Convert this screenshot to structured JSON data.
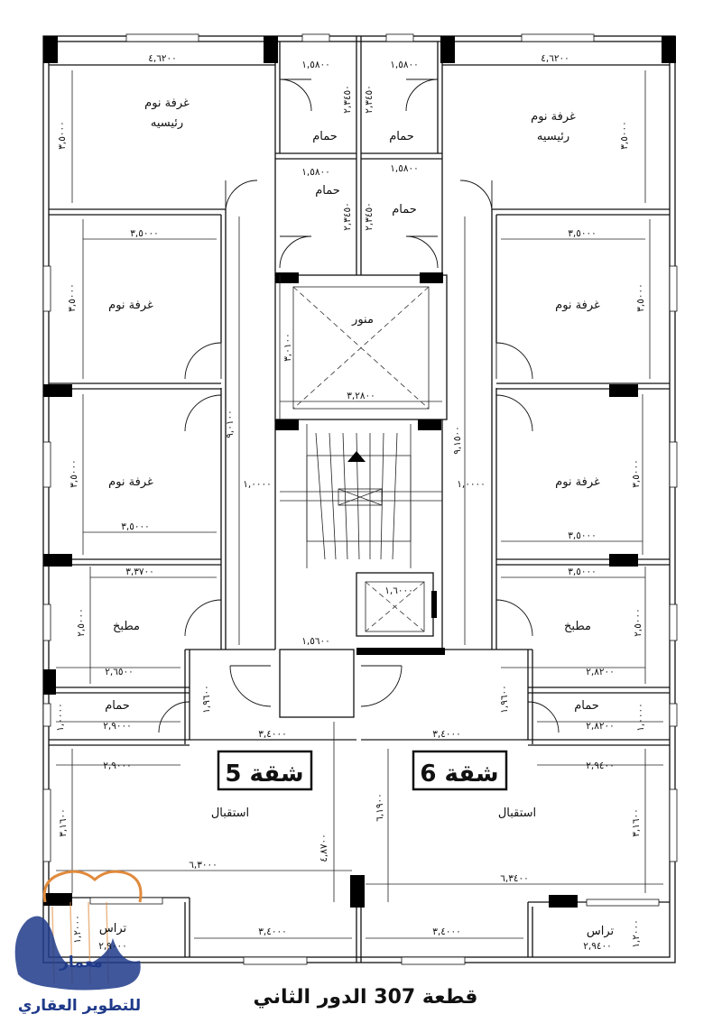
{
  "title": "قطعة 307 الدور الثاني",
  "apartments": {
    "left": "شقة 5",
    "right": "شقة 6"
  },
  "rooms": {
    "master_left": [
      "غرفة نوم",
      "رئيسيه"
    ],
    "master_right": [
      "غرفة نوم",
      "رئيسيه"
    ],
    "bed_left_1": "غرفة نوم",
    "bed_left_2": "غرفة نوم",
    "bed_right_1": "غرفة نوم",
    "bed_right_2": "غرفة نوم",
    "kitchen_left": "مطبخ",
    "kitchen_right": "مطبخ",
    "bath_lt": "حمام",
    "bath_rt": "حمام",
    "bath_lm": "حمام",
    "bath_rm": "حمام",
    "bath_left_low": "حمام",
    "bath_right_low": "حمام",
    "shaft": "منور",
    "reception_left": "استقبال",
    "reception_right": "استقبال",
    "terrace_left": "تراس",
    "terrace_right": "تراس"
  },
  "dims": {
    "d01": "٤,٦٢٠٠",
    "d02": "١,٥٨٠٠",
    "d03": "١,٥٨٠٠",
    "d04": "٤,٦٢٠٠",
    "d05": "٣,٥٠٠٠",
    "d06": "٢,٣٤٥٠",
    "d07": "٢,٣٤٥٠",
    "d08": "٣,٥٠٠٠",
    "d09": "١,٥٨٠٠",
    "d10": "١,٥٨٠٠",
    "d11": "٢,٣٤٥٠",
    "d12": "٢,٣٤٥٠",
    "d13": "٣,٥٠٠٠",
    "d14": "٣,٥٠٠٠",
    "d15": "٣,٥٠٠٠",
    "d16": "٣,٥٠٠٠",
    "d17": "٣,٠١٠٠",
    "d18": "٣,٢٨٠٠",
    "d19": "٩,٠١٠٠",
    "d20": "٩,١٥٠٠",
    "d21": "١,٠٠٠٠",
    "d22": "١,٠٠٠٠",
    "d23": "٣,٥٠٠٠",
    "d24": "٣,٥٠٠٠",
    "d25": "٣,٥٠٠٠",
    "d26": "٣,٥٠٠٠",
    "d27": "٣,٣٧٠٠",
    "d28": "٣,٥٠٠٠",
    "d29": "١,٦٠٠٠",
    "d30": "٢,٥٠٠٠",
    "d31": "٢,٥٠٠٠",
    "d32": "٢,٦٥٠٠",
    "d33": "١,٥٦٠٠",
    "d34": "٢,٨٢٠٠",
    "d35": "١,٩٦٠٠",
    "d36": "١,٩٦٠٠",
    "d37": "١,٠٠٠٠",
    "d38": "٢,٩٠٠٠",
    "d39": "٢,٨٢٠٠",
    "d40": "١,٠٠٠٠",
    "d41": "٣,٤٠٠٠",
    "d42": "٣,٤٠٠٠",
    "d43": "٢,٩٠٠٠",
    "d44": "٢,٩٤٠٠",
    "d45": "٣,١٦٠٠",
    "d46": "٦,١٩٠٠",
    "d47": "٣,١٦٠٠",
    "d48": "٤,٨٧٠٠",
    "d49": "٦,٣٠٠٠",
    "d50": "٦,٣٤٠٠",
    "d51": "١,٢٠٠٠",
    "d52": "٣,٤٠٠٠",
    "d53": "٣,٤٠٠٠",
    "d54": "٢,٩٠٠٠",
    "d55": "٢,٩٤٠٠",
    "d56": "١,٢٠٠٠"
  },
  "logo": {
    "glyphs": "معمار",
    "tagline": "للتطوير العقاري"
  },
  "colors": {
    "logo_primary": "#1f3a8a",
    "logo_accent": "#e08a3c"
  }
}
